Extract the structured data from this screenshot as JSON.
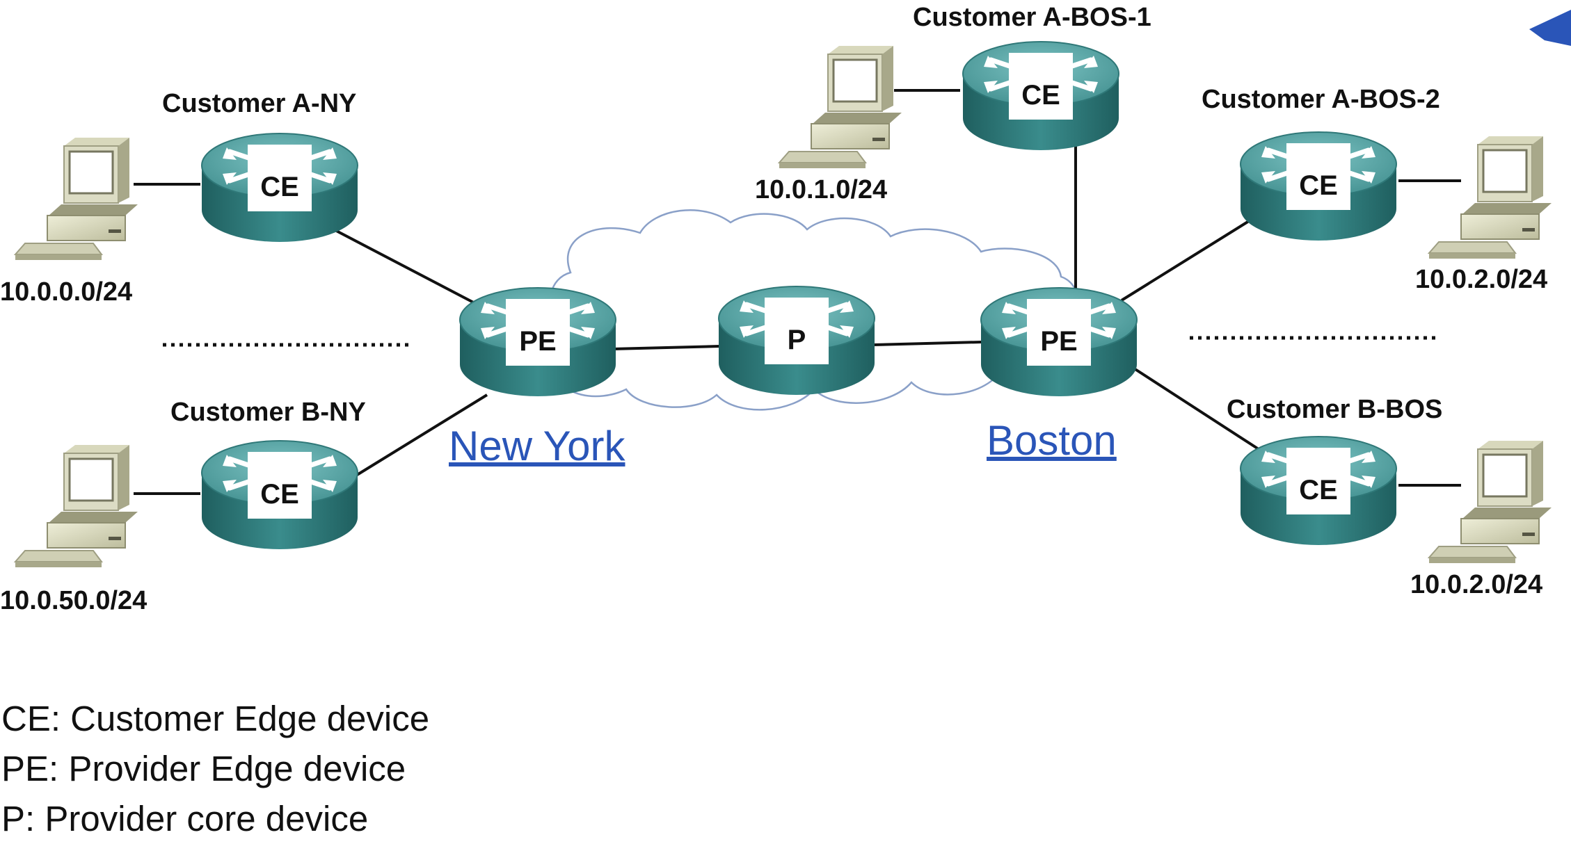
{
  "cities": {
    "new_york": "New York",
    "boston": "Boston"
  },
  "customers": {
    "a_ny": "Customer A-NY",
    "b_ny": "Customer B-NY",
    "a_bos_1": "Customer A-BOS-1",
    "a_bos_2": "Customer A-BOS-2",
    "b_bos": "Customer B-BOS"
  },
  "subnets": {
    "a_ny": "10.0.0.0/24",
    "b_ny": "10.0.50.0/24",
    "a_bos_1": "10.0.1.0/24",
    "a_bos_2": "10.0.2.0/24",
    "b_bos": "10.0.2.0/24"
  },
  "router_labels": {
    "ce": "CE",
    "pe": "PE",
    "p": "P"
  },
  "legend": [
    "CE: Customer Edge device",
    "PE: Provider Edge device",
    "P: Provider core device"
  ],
  "colors": {
    "router_top": "#56a3a3",
    "router_side": "#2f7878",
    "city_link": "#2a55b8",
    "cloud_stroke": "#8aa0c8"
  }
}
